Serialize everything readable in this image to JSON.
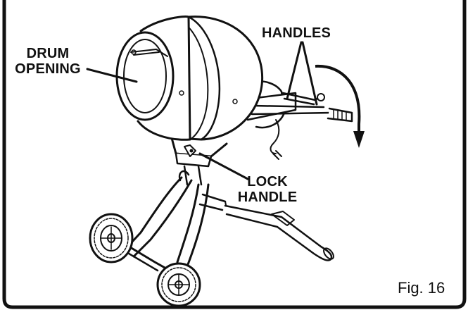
{
  "callouts": {
    "drum_opening": [
      "DRUM",
      "OPENING"
    ],
    "handles": [
      "HANDLES"
    ],
    "lock_handle": [
      "LOCK",
      "HANDLE"
    ]
  },
  "figure_label": "Fig. 16",
  "illustration": {
    "subject": "cement mixer on wheeled stand",
    "rotation_arrow_icon": "curved-arrow-down"
  }
}
